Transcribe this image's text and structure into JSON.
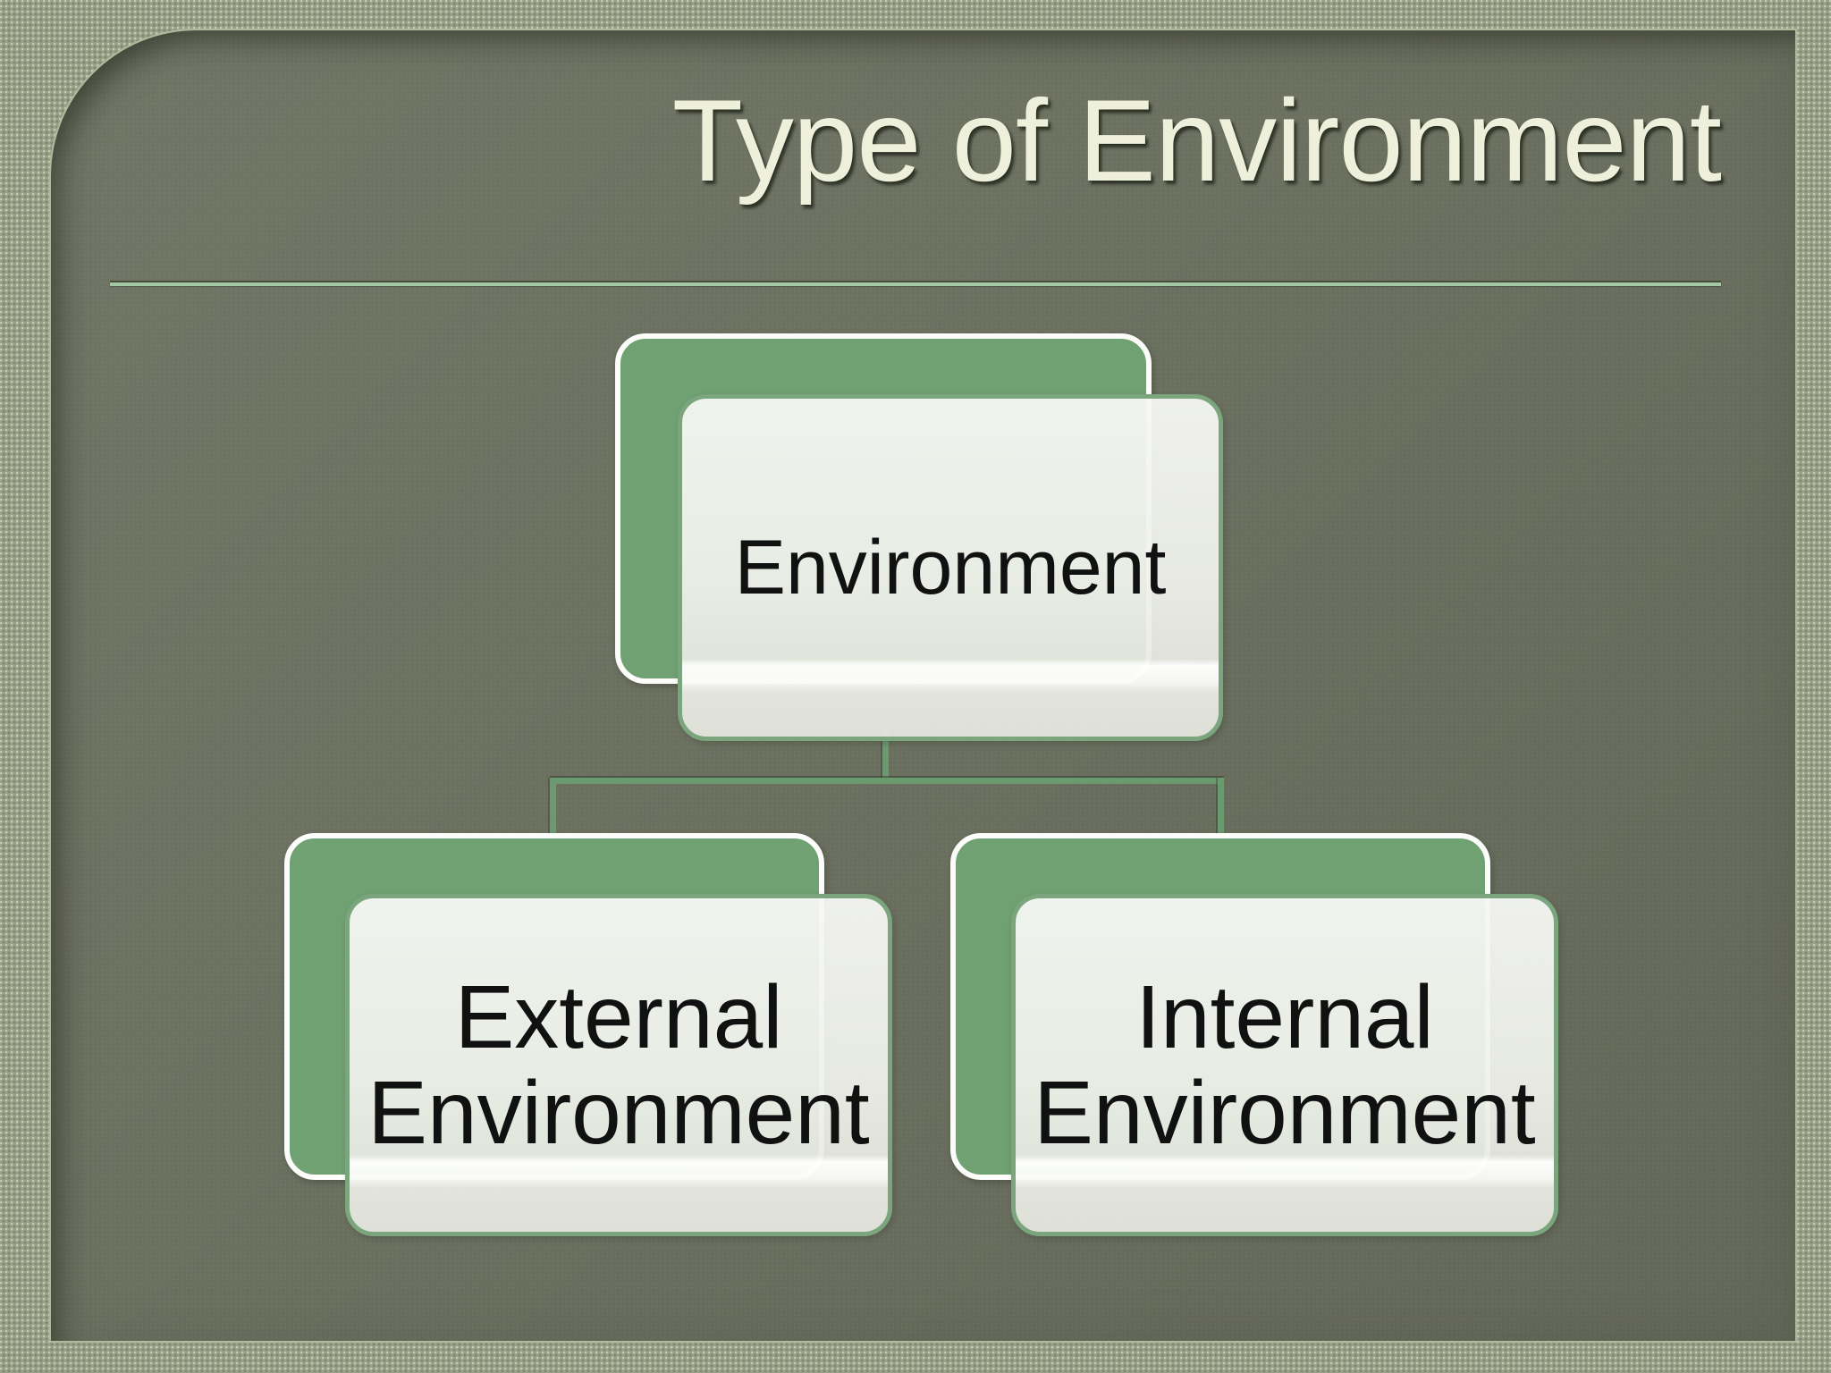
{
  "slide": {
    "title": "Type of Environment"
  },
  "diagram": {
    "type": "hierarchy",
    "root": {
      "label": "Environment"
    },
    "children": [
      {
        "label": "External Environment"
      },
      {
        "label": "Internal Environment"
      }
    ]
  },
  "colors": {
    "frame": "#99a088",
    "panel": "#696e5d",
    "box_green": "#6fa173",
    "box_border_white": "#fcfdfa",
    "box_border_green": "#7ba57d",
    "box_face": "#eef0e9",
    "connector": "#6a9a6e",
    "underline": "#a3c8a4",
    "title_text": "#eef0db",
    "label_text": "#111111"
  }
}
